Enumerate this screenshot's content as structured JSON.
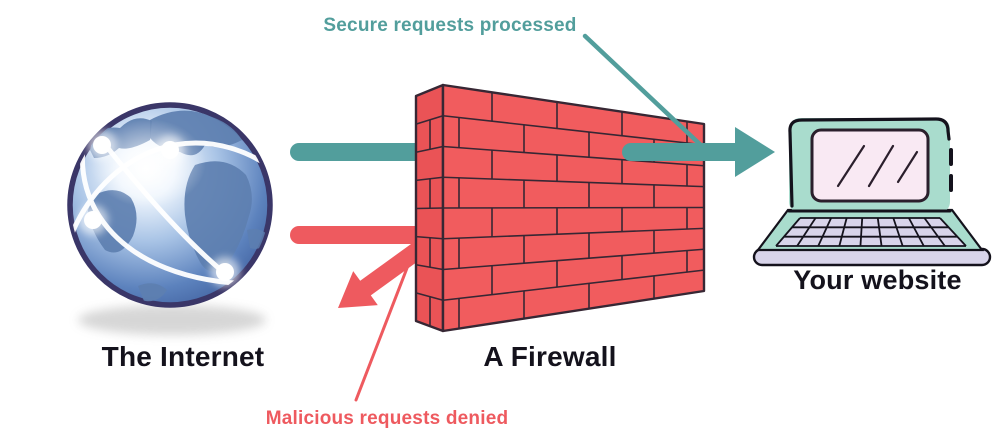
{
  "diagram": {
    "labels": {
      "internet": "The Internet",
      "firewall": "A Firewall",
      "website": "Your website"
    },
    "annotations": {
      "secure": "Secure requests processed",
      "malicious": "Malicious requests denied"
    },
    "icons": {
      "internet": "globe-network-icon",
      "firewall": "brick-wall-icon",
      "website": "laptop-icon"
    },
    "colors": {
      "teal": "#529e9c",
      "red": "#ee5a5f",
      "brick_fill": "#f15c5e",
      "brick_side": "#ea5356",
      "brick_mortar": "#372734",
      "ink": "#14121c",
      "mint": "#a9dccd",
      "screen_pink": "#f9e9f3",
      "lavender": "#d8d4ea",
      "globe_land": "#5d7fb0",
      "globe_rim": "#3a3668"
    }
  }
}
